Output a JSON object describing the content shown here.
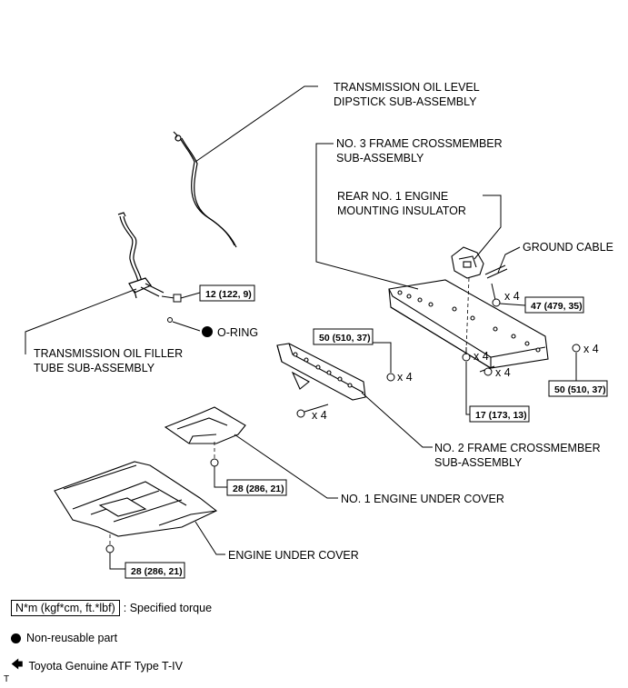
{
  "labels": {
    "dipstick_line1": "TRANSMISSION OIL LEVEL",
    "dipstick_line2": "DIPSTICK SUB-ASSEMBLY",
    "crossmember3_line1": "NO. 3 FRAME CROSSMEMBER",
    "crossmember3_line2": "SUB-ASSEMBLY",
    "insulator_line1": "REAR NO. 1 ENGINE",
    "insulator_line2": "MOUNTING INSULATOR",
    "ground_cable": "GROUND CABLE",
    "oring": "O-RING",
    "filler_tube_line1": "TRANSMISSION OIL FILLER",
    "filler_tube_line2": "TUBE SUB-ASSEMBLY",
    "crossmember2_line1": "NO. 2 FRAME CROSSMEMBER",
    "crossmember2_line2": "SUB-ASSEMBLY",
    "under_cover1": "NO. 1 ENGINE UNDER COVER",
    "under_cover": "ENGINE UNDER COVER"
  },
  "torques": {
    "filler_tube_bolt": "12 (122, 9)",
    "insulator_bolt": "47 (479, 35)",
    "crossmember2_left": "50 (510, 37)",
    "crossmember3_right": "50 (510, 37)",
    "crossmember3_bolt": "17 (173, 13)",
    "under_cover1_bolt": "28 (286, 21)",
    "under_cover_bolt": "28 (286, 21)"
  },
  "quantities": {
    "insulator": "x 4",
    "crossmember3_bolts": "x 4",
    "crossmember3_nuts": "x 4",
    "crossmember3_right": "x 4",
    "crossmember2_nuts": "x 4",
    "crossmember2_bolts": "x 4"
  },
  "legend": {
    "torque_box": "N*m (kgf*cm, ft.*lbf)",
    "torque_desc": ": Specified torque",
    "nonreusable": "Non-reusable part",
    "atf": "Toyota Genuine ATF Type T-IV"
  },
  "footer": {
    "mark": "T"
  }
}
